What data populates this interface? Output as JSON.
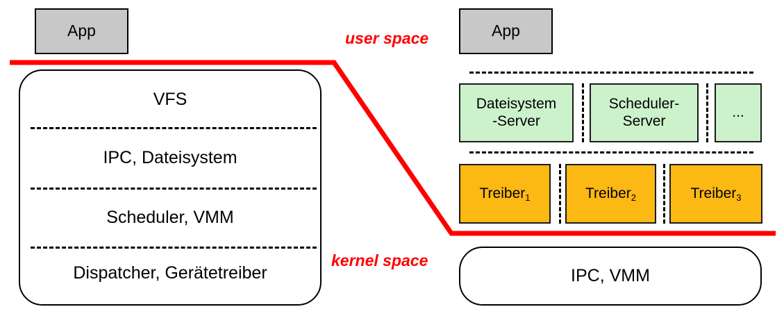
{
  "diagram": {
    "title": "Monolithic kernel vs. microkernel architecture",
    "colors": {
      "app_fill": "#c8c8c8",
      "server_fill": "#ccf2cc",
      "driver_fill": "#fcb813",
      "boundary_line": "#ff0000",
      "outline": "#000000",
      "background": "#ffffff"
    },
    "annotations": {
      "user_space": "user space",
      "kernel_space": "kernel space"
    },
    "left": {
      "app": "App",
      "kernel_layers": [
        "VFS",
        "IPC, Dateisystem",
        "Scheduler, VMM",
        "Dispatcher, Gerätetreiber"
      ]
    },
    "right": {
      "app": "App",
      "servers": [
        "Dateisystem\n-Server",
        "Scheduler-\nServer",
        "..."
      ],
      "drivers": [
        {
          "name": "Treiber",
          "index": "1"
        },
        {
          "name": "Treiber",
          "index": "2"
        },
        {
          "name": "Treiber",
          "index": "3"
        }
      ],
      "microkernel": "IPC, VMM"
    }
  }
}
